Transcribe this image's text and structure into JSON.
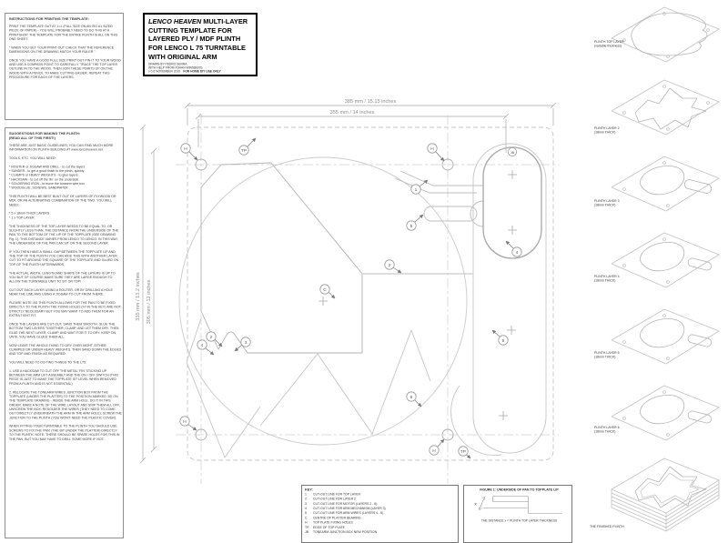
{
  "instructions_box": {
    "title": "INSTRUCTIONS FOR PRINTING THE TEMPLATE:",
    "body": "PRINT THE TEMPLATE OUT AT 1=1 (FULL SIZE ON AN ISO A1 SIZED PIECE OF PAPER) - YOU WILL PROBABLY NEED TO DO THIS AT A PRINTSHOP. THE TEMPLATE FOR THE ENTIRE PLINTH IS ALL ON THIS ONE SHEET.\n\n\" WHEN YOU GET YOUR PRINT OUT CHECK THAT THE REFERENCE DIMENSIONS ON THE DRAWING MATCH YOUR RULER \"\n\nONCE YOU HAVE A GOOD FULL SIZE PRINT OUT PIN IT TO YOUR WOOD AND USE A COMPASS POINT TO CAREFULLY 'TRACE' THE TOP LAYER OUTLINE IN TO THE WOOD.  THEN JOIN THESE POINTS UP ON THE WOOD WITH A PENCIL TO MAKE CUTTING EASIER.  REPEAT THIS PROCEDURE FOR EACH OF THE LAYERS."
  },
  "suggestions_box": {
    "title": "SUGGESTIONS FOR MAKING THE PLINTH:\n(READ ALL OF THIS FIRST!)",
    "body": "THESE ARE JUST BASIC GUIDELINES; YOU CAN FIND MUCH MORE INFORMATION ON PLINTH BUILDING AT www.lencoheaven.net\n\nTOOLS, ETC. YOU WILL NEED:\n\n*  ROUTER or JIGSAW AND DRILL - to cut the layers\n*  SANDER - to get a good finish to the plinth, quickly\n*  CLAMPS or HEAVY WEIGHTS - to glue layers\n*  HACKSAW - to cut off the 'fin' on the underside\n*  SOLDERING IRON - to move the tonearm wire box\n*  WOODGLUE, SCREWS, SANDPAPER\n\nTHIS PLINTH WILL BE BEST BUILT OUT OF LAYERS OF PLYWOOD OR MDF, OR AN ALTERNATING COMBINATION OF THE TWO.  YOU WILL NEED:\n\n*  5 x 18mm THICK LAYERS\n*  1 x TOP LAYER\n\nTHE THICKNESS OF THE TOP LAYER NEEDS TO BE EQUAL TO, OR SLIGHTLY LESS THAN, THE DISTANCE FROM THE UNDERSIDE OF THE PAN TO THE BOTTOM OF THE LIP OF THE TOPPLATE (SEE DRAWING Fig. 1).  THIS DISTANCE VARIES FROM LENCO TO LENCO.  IN THIS WAY, THE UNDERSIDE OF THE PAN CAN SIT ON THE SECOND LAYER.\n\nIF YOU THEN HAVE A SMALL GAP BETWEEN THE TOPPLATE LIP AND THE TOP OF THE PLINTH YOU CAN HIDE THIS WITH ANOTHER LAYER CUT TO FIT AROUND THE SQUARE OF THE TOPPLATE AND GLUED ON TOP OF THE PLINTH AFTERWARDS.\n\nTHE ACTUAL WIDTH, LENGTH AND SHAPE OF THE LAYERS IS UP TO YOU BUT OF COURSE MAKE SURE THEY ARE LARGE ENOUGH TO ALLOW THE TURNTABLE UNIT TO SIT ON TOP!\n\nCUT OUT EACH LAYER USING A ROUTER, OR BY DRILLING A HOLE NEAR THE LINE AND USING A JIGSAW TO CUT FROM THERE.\n\nPLEASE NOTE: AS THIS PLINTH ALLOWS FOR THE PAN TO BE FIXED DIRECTLY TO THE PLINTH THE FIXING HOLES ('H' IN THE KEY) ARE NOT STRICTLY NECESSARY BUT YOU MAY WANT TO ADD THEM FOR AN EXTRA TIGHT FIT.\n\nONCE THE LAYERS ARE CUT OUT, SAND THEM SMOOTH.  GLUE THE BOTTOM TWO LAYERS TOGETHER, CLAMP, AND LET THEM DRY.  THEN GLUE THE NEXT LAYER, CLAMP, AND WAIT FOR IT TO DRY.  KEEP ON UNTIL YOU HAVE GLUED THEM ALL.\n\nNOW LEAVE THE WHOLE THING TO DRY OVER NIGHT, EITHER CLAMPED OR UNDER HEAVY WEIGHTS.  THEN SAND DOWN THE EDGES AND TOP AND FINISH AS REQUIRED.\n\nYOU WILL NEED TO DO TWO THINGS TO THE L75:\n\n1. USE A HACKSAW TO CUT OFF THE METAL 'FIN' STICKING UP BETWEEN THE ARM LIFT ASSEMBLY AND THE ON / OFF SWITCH (THIS PIECE IS JUST TO MAKE THE TOPPLATE SIT LEVEL WHEN REMOVED FROM A PLINTH AND IS NOT ESSENTIAL)\n\n2. RELOCATE THE TONEARM WIRES JUNCTION BOX FROM THE TOPPLATE (UNDER THE PLATTER) TO THE POSITION MARKED 'JB' ON THE TEMPLATE DRAWING - INSIDE THE ARM HOLE.  DO IT IN THIS ORDER: MAKE A NOTE OF THE WIRE LAYOUT AND SNIP THEM ALL OFF; UNSCREW THE BOX; RESOLDER THE WIRES (THEY NEED TO COME OUT DIRECTLY UNDERNEATH THE ARM IN THE ARM HOLE); SCREW THE JUNCTION TO THE PLINTH (YOU WON'T NEED THE PLASTIC COVER).\n\nWHEN FITTING YOUR TURNTABLE TO THE PLINTH YOU SHOULD USE SCREWS TO FIX THE 'PAN' (THE BIT UNDER THE PLATTER) DIRECTLY TO THE PLINTH.  NOTE: THERE SHOULD BE SPARE HOLES FOR THIS IN THE PAN, BUT YOU MAY HAVE TO DRILL SOME MORE IF NOT."
  },
  "title_block": {
    "title_emphasis": "LENCO HEAVEN",
    "title_rest": " MULTI-LAYER CUTTING TEMPLATE FOR LAYERED PLY / MDF PLINTH FOR LENCO L 75 TURNTABLE WITH ORIGINAL ARM",
    "credit1": "DRAWN BY PEDRO SERRA",
    "credit2": "WITH HELP FROM JOHAN WINSBERG",
    "credit3": "v 0.6 NOVEMBER 2010",
    "credit4": "FOR HOME DIY USE ONLY"
  },
  "drawing": {
    "dim_top_outer": "385 mm / 15.15 inches",
    "dim_top_inner": "355 mm / 14 inches",
    "dim_left_outer": "335 mm / 13.2 inches",
    "dim_left_inner": "305 mm / 12 inches",
    "callouts": [
      {
        "label": "H"
      },
      {
        "label": "TP"
      },
      {
        "label": "H"
      },
      {
        "label": "1"
      },
      {
        "label": "5"
      },
      {
        "label": "2"
      },
      {
        "label": "C"
      },
      {
        "label": "2"
      },
      {
        "label": "3"
      },
      {
        "label": "4"
      },
      {
        "label": "5"
      },
      {
        "label": "H"
      },
      {
        "label": "H"
      },
      {
        "label": "TP"
      },
      {
        "label": "4"
      },
      {
        "label": "5"
      },
      {
        "label": "JB"
      }
    ]
  },
  "key_box": {
    "title": "KEY:",
    "items": [
      {
        "code": "1",
        "label": "CUT-OUT LINE FOR TOP LAYER"
      },
      {
        "code": "2",
        "label": "CUT-OUT LINE FOR LAYER 2"
      },
      {
        "code": "3",
        "label": "CUT-OUT LINE FOR MOTOR (LAYERS 2 - 6)"
      },
      {
        "code": "4",
        "label": "CUT-OUT LINE FOR ARM MECHANISM (LAYER 3)"
      },
      {
        "code": "5",
        "label": "CUT-OUT LINE FOR ARM WIRES (LAYERS 4 - 6)"
      },
      {
        "code": "C",
        "label": "CENTRE OF PLATTER BEARING"
      },
      {
        "code": "H",
        "label": "TOP PLATE FIXING HOLES"
      },
      {
        "code": "TP",
        "label": "EDGE OF TOP PLATE"
      },
      {
        "code": "JB",
        "label": "TONEARM JUNCTION BOX NEW POSITION"
      }
    ]
  },
  "figure_box": {
    "title": "FIGURE 1: UNDERSIDE OF PAN TO TOPPLATE LIP",
    "x_label": "x",
    "caption": "THE DISTANCE x = PLINTH TOP LAYER THICKNESS"
  },
  "right_column": {
    "layers": [
      {
        "label": "PLINTH TOP LAYER\n(variable thickness)"
      },
      {
        "label": "PLINTH LAYER 2\n(18mm THICK)"
      },
      {
        "label": "PLINTH LAYER 3\n(18mm THICK)"
      },
      {
        "label": "PLINTH LAYER 4\n(18mm THICK)"
      },
      {
        "label": "PLINTH LAYER 5\n(18mm THICK)"
      },
      {
        "label": "PLINTH LAYER 6\n(18mm THICK)"
      },
      {
        "label": "THE FINISHED PLINTH"
      }
    ]
  }
}
